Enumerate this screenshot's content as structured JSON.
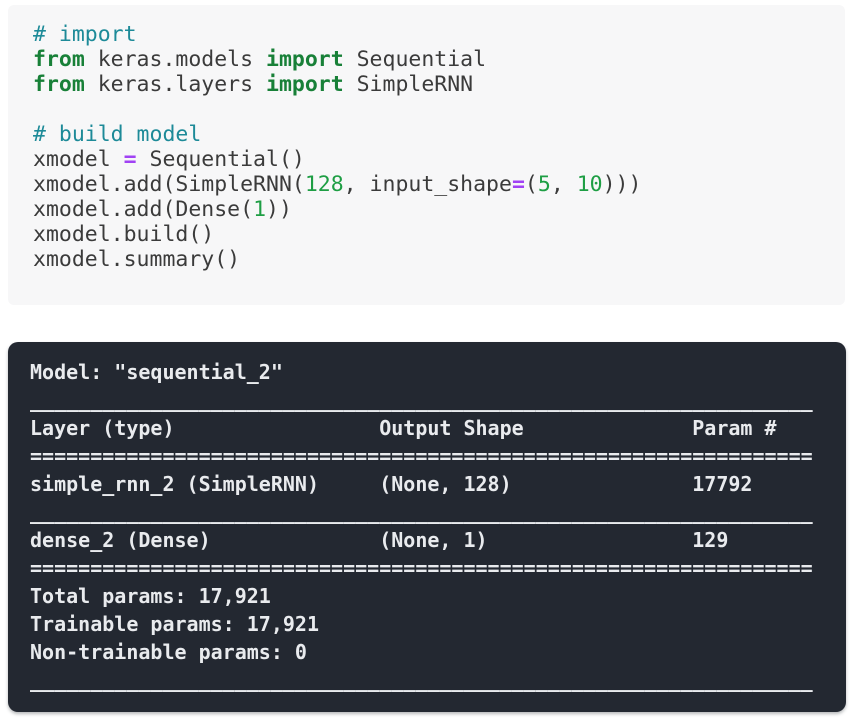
{
  "app": {
    "context_label": "notebook code cell with model summary output"
  },
  "colors": {
    "code_bg": "#f7f7f8",
    "code_text": "#3b3b3b",
    "comment": "#1d8a98",
    "keyword": "#188038",
    "number": "#1e9e44",
    "operator": "#a142f4",
    "output_bg": "#232831",
    "output_text": "#e9ebee"
  },
  "code_cell": {
    "language": "python",
    "lines": [
      [
        {
          "t": "# import",
          "c": "comment"
        }
      ],
      [
        {
          "t": "from",
          "c": "keyword"
        },
        {
          "t": " keras.models ",
          "c": "plain"
        },
        {
          "t": "import",
          "c": "keyword"
        },
        {
          "t": " Sequential",
          "c": "plain"
        }
      ],
      [
        {
          "t": "from",
          "c": "keyword"
        },
        {
          "t": " keras.layers ",
          "c": "plain"
        },
        {
          "t": "import",
          "c": "keyword"
        },
        {
          "t": " SimpleRNN",
          "c": "plain"
        }
      ],
      [],
      [
        {
          "t": "# build model",
          "c": "comment"
        }
      ],
      [
        {
          "t": "xmodel ",
          "c": "plain"
        },
        {
          "t": "=",
          "c": "operator"
        },
        {
          "t": " Sequential()",
          "c": "plain"
        }
      ],
      [
        {
          "t": "xmodel.add(SimpleRNN(",
          "c": "plain"
        },
        {
          "t": "128",
          "c": "number"
        },
        {
          "t": ", input_shape",
          "c": "plain"
        },
        {
          "t": "=",
          "c": "operator"
        },
        {
          "t": "(",
          "c": "plain"
        },
        {
          "t": "5",
          "c": "number"
        },
        {
          "t": ", ",
          "c": "plain"
        },
        {
          "t": "10",
          "c": "number"
        },
        {
          "t": ")))",
          "c": "plain"
        }
      ],
      [
        {
          "t": "xmodel.add(Dense(",
          "c": "plain"
        },
        {
          "t": "1",
          "c": "number"
        },
        {
          "t": "))",
          "c": "plain"
        }
      ],
      [
        {
          "t": "xmodel.build()",
          "c": "plain"
        }
      ],
      [
        {
          "t": "xmodel.summary()",
          "c": "plain"
        }
      ]
    ]
  },
  "output_panel": {
    "summary": {
      "model_title": "Model: \"sequential_2\"",
      "columns": [
        "Layer (type)",
        "Output Shape",
        "Param #"
      ],
      "rows": [
        {
          "layer": "simple_rnn_2 (SimpleRNN)",
          "output_shape": "(None, 128)",
          "params": "17792"
        },
        {
          "layer": "dense_2 (Dense)",
          "output_shape": "(None, 1)",
          "params": "129"
        }
      ],
      "total_params": "17,921",
      "trainable_params": "17,921",
      "non_trainable_params": "0"
    },
    "lines": [
      "Model: \"sequential_2\"",
      "_________________________________________________________________",
      "Layer (type)                 Output Shape              Param #   ",
      "=================================================================",
      "simple_rnn_2 (SimpleRNN)     (None, 128)               17792     ",
      "_________________________________________________________________",
      "dense_2 (Dense)              (None, 1)                 129       ",
      "=================================================================",
      "Total params: 17,921",
      "Trainable params: 17,921",
      "Non-trainable params: 0",
      "_________________________________________________________________"
    ]
  }
}
